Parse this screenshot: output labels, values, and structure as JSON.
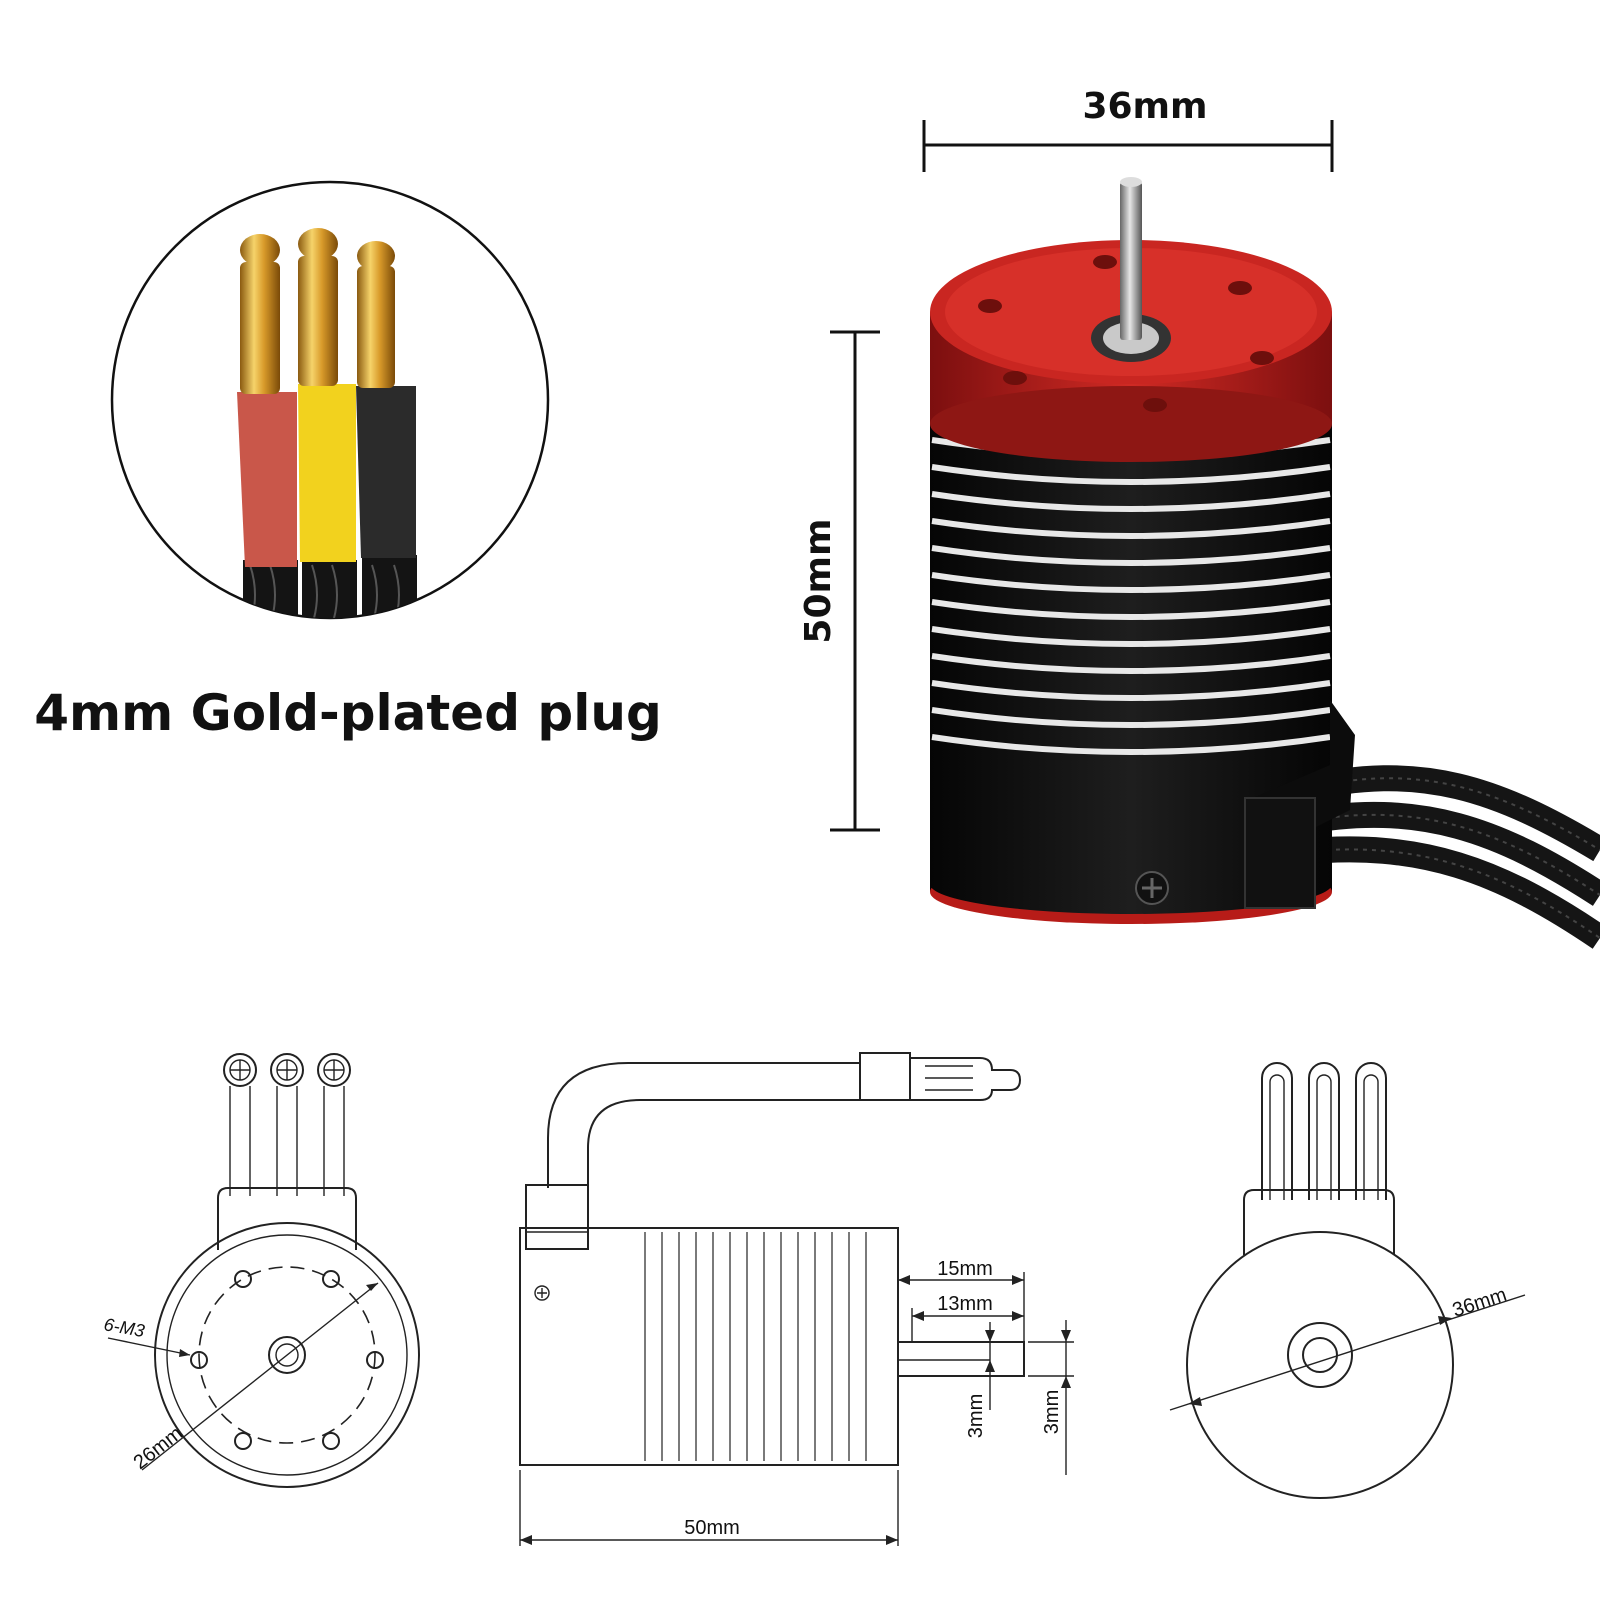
{
  "plug": {
    "caption": "4mm Gold-plated plug",
    "wire_colors": [
      "#c9574a",
      "#f2d21e",
      "#2b2b2b"
    ]
  },
  "motor_photo": {
    "width_label": "36mm",
    "height_label": "50mm",
    "cap_color": "#c4221f",
    "body_color": "#111111"
  },
  "drawings": {
    "front": {
      "hole_label": "6-M3",
      "pcd_label": "26mm"
    },
    "side": {
      "length_label": "50mm",
      "shaft_total_label": "15mm",
      "shaft_flat_label": "13mm",
      "flat_depth_label": "3mm",
      "shaft_dia_label": "3mm"
    },
    "rear": {
      "diameter_label": "36mm"
    }
  }
}
